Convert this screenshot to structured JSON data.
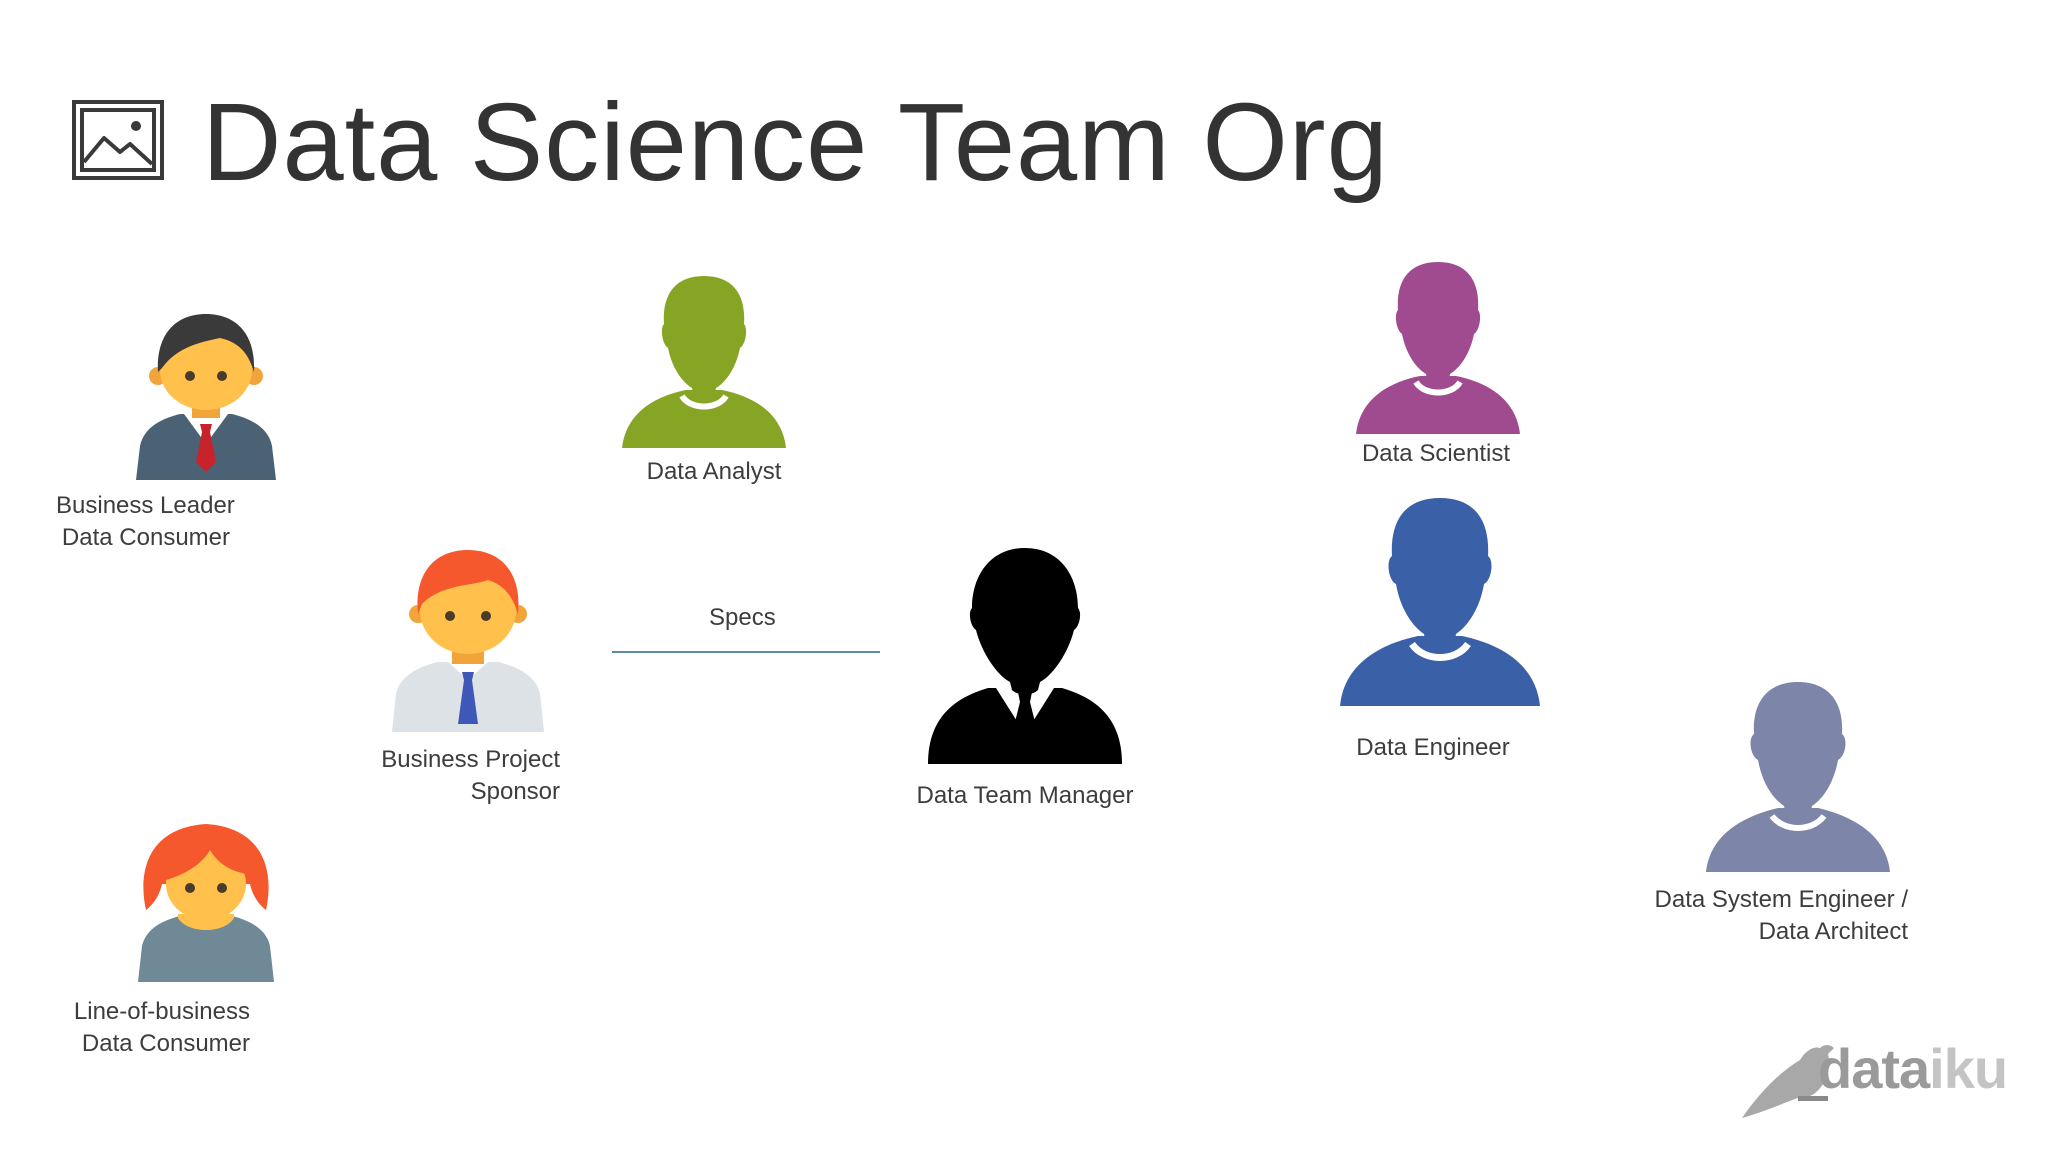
{
  "title": "Data Science Team Org",
  "icons": {
    "title": "image-icon",
    "person": "person-avatar-icon",
    "silhouette": "person-silhouette-icon",
    "logo": "bird-icon"
  },
  "colors": {
    "data_analyst": "#87a525",
    "data_scientist": "#a04b8f",
    "data_engineer": "#3a60a8",
    "data_system_engineer": "#7d86a8",
    "data_team_manager": "#000000",
    "edge": "#5f8aa6"
  },
  "roles": {
    "business_leader": {
      "line1": "Business Leader",
      "line2": "Data Consumer"
    },
    "business_project_sponsor": {
      "line1": "Business Project",
      "line2": "Sponsor"
    },
    "line_of_business": {
      "line1": "Line-of-business",
      "line2": "Data Consumer"
    },
    "data_analyst": {
      "label": "Data Analyst"
    },
    "data_team_manager": {
      "label": "Data Team Manager"
    },
    "data_scientist": {
      "label": "Data Scientist"
    },
    "data_engineer": {
      "label": "Data Engineer"
    },
    "data_system_engineer": {
      "line1": "Data System Engineer /",
      "line2": "Data Architect"
    }
  },
  "edges": [
    {
      "label": "Specs",
      "from": "business_project_sponsor",
      "to": "data_team_manager"
    }
  ],
  "logo": {
    "part1": "data",
    "part2": "iku"
  }
}
